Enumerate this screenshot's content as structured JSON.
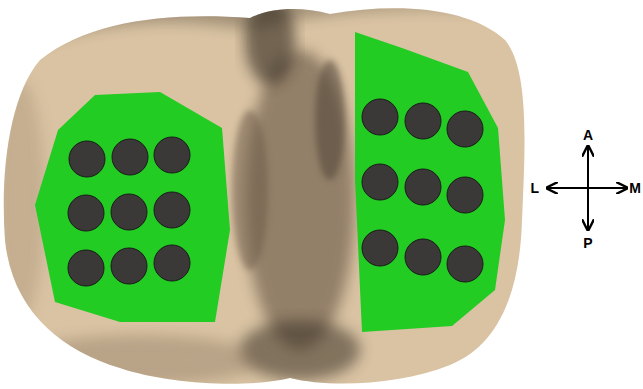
{
  "diagram": {
    "labels": [
      "A",
      "L",
      "M",
      "P"
    ]
  }
}
